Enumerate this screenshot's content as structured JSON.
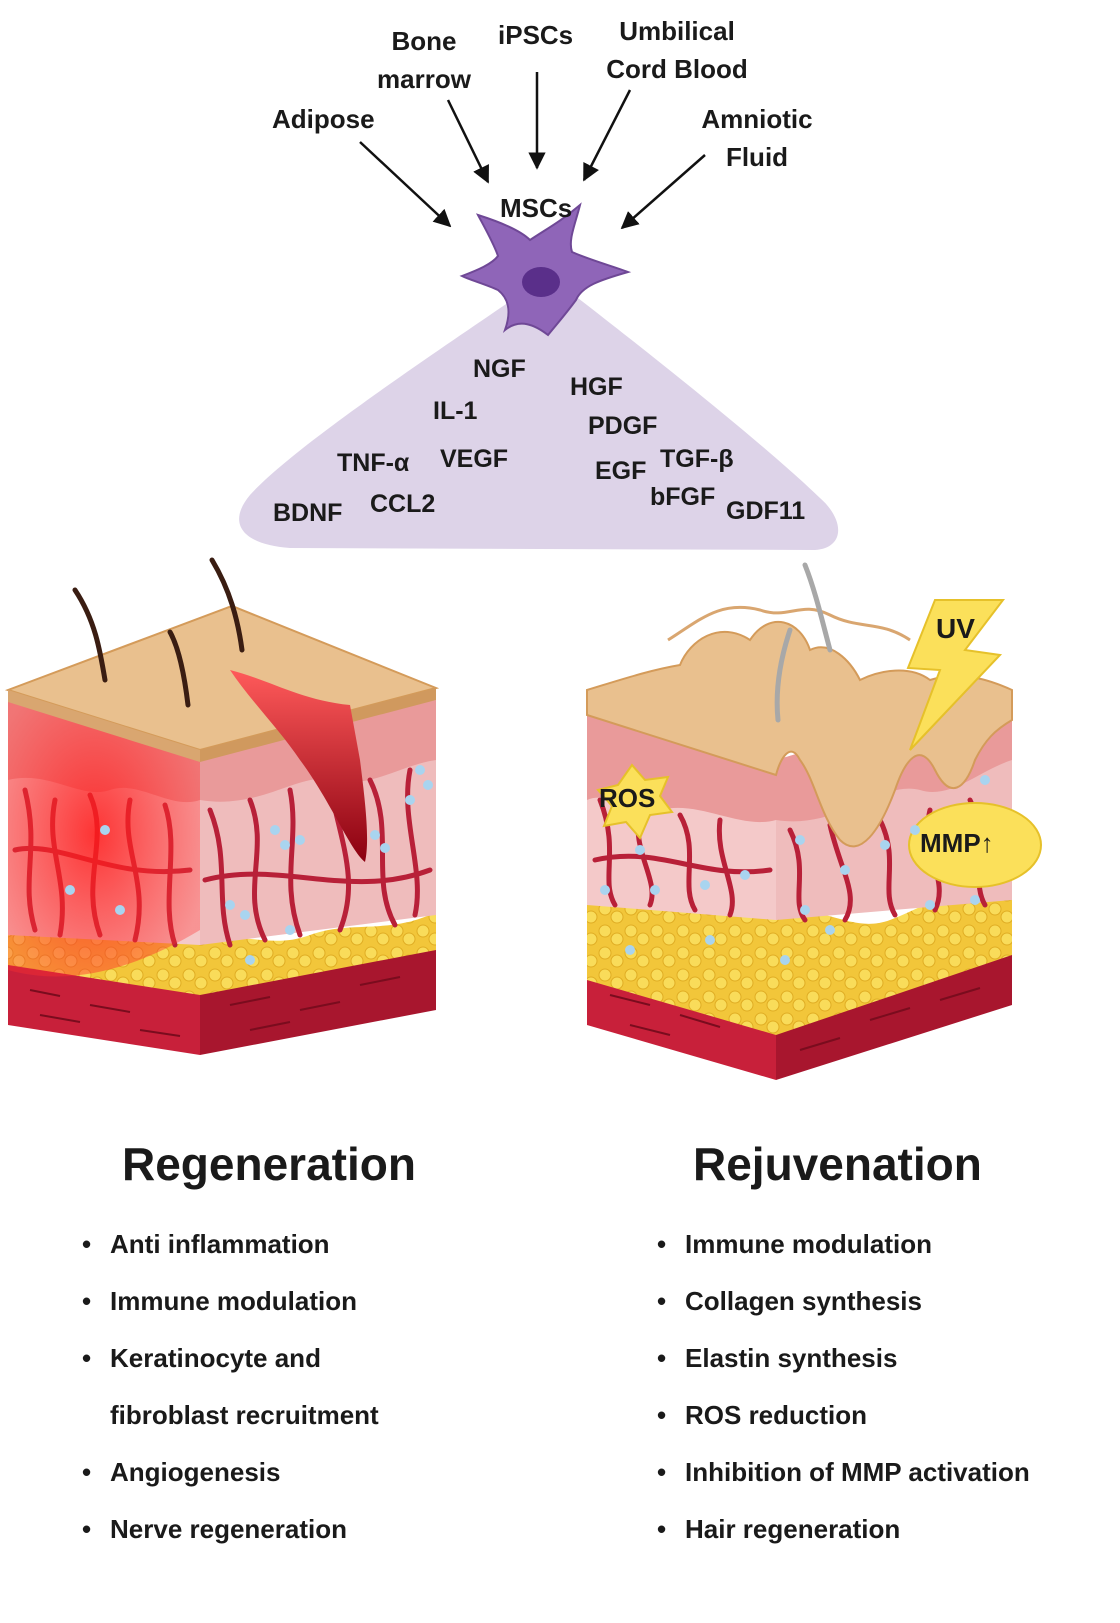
{
  "sources": {
    "adipose": "Adipose",
    "bone_marrow": [
      "Bone",
      "marrow"
    ],
    "ipscs": "iPSCs",
    "umbilical": [
      "Umbilical",
      "Cord Blood"
    ],
    "amniotic": [
      "Amniotic",
      "Fluid"
    ]
  },
  "cell_label": "MSCs",
  "factors": [
    "NGF",
    "HGF",
    "IL-1",
    "PDGF",
    "TNF-α",
    "VEGF",
    "TGF-β",
    "EGF",
    "BDNF",
    "CCL2",
    "bFGF",
    "GDF11"
  ],
  "stressors": {
    "uv": "UV",
    "ros": "ROS",
    "mmp": "MMP↑"
  },
  "regeneration": {
    "title": "Regeneration",
    "items": [
      "Anti inflammation",
      "Immune modulation",
      "Keratinocyte and",
      "fibroblast recruitment",
      "Angiogenesis",
      "Nerve regeneration"
    ]
  },
  "rejuvenation": {
    "title": "Rejuvenation",
    "items": [
      "Immune modulation",
      "Collagen synthesis",
      "Elastin synthesis",
      "ROS reduction",
      "Inhibition of MMP activation",
      "Hair regeneration"
    ]
  },
  "colors": {
    "cell": "#8f65b8",
    "nucleus": "#5a2f8a",
    "secretome": "#ddd3e8",
    "epidermis": "#e9c08e",
    "dermis": "#f4c9c9",
    "vessel": "#b82038",
    "fat": "#f6d34a",
    "muscle": "#c8203a",
    "wound": "#e81c1c",
    "uv": "#fbe05a",
    "droplet": "#a9d4ef"
  }
}
